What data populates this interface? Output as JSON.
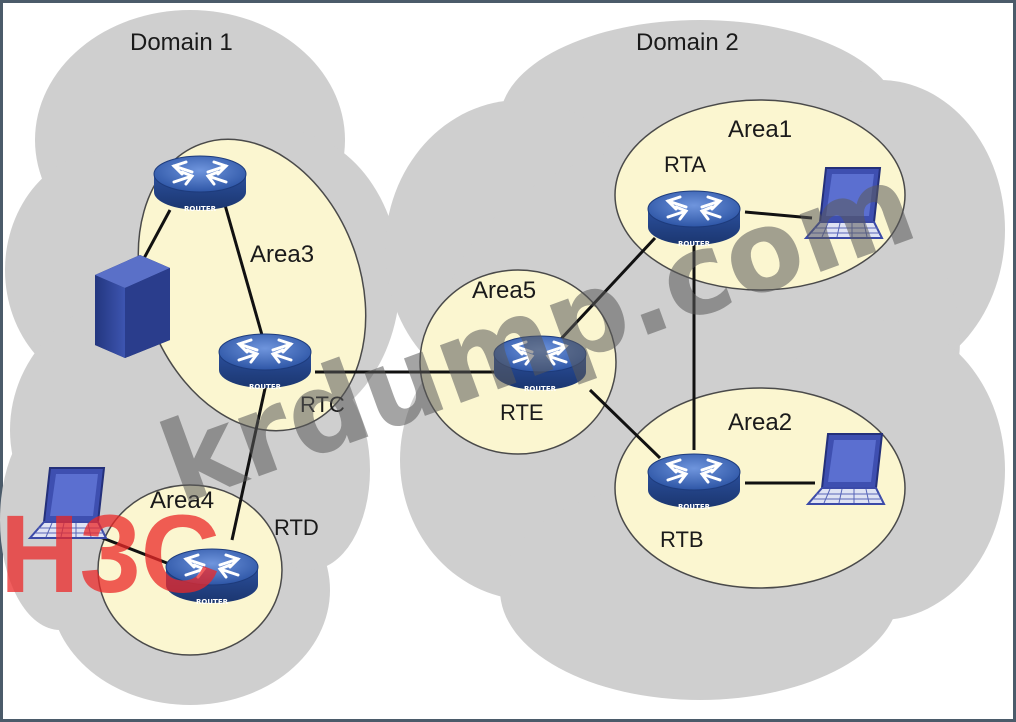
{
  "domains": [
    {
      "id": "domain1",
      "label": "Domain 1"
    },
    {
      "id": "domain2",
      "label": "Domain 2"
    }
  ],
  "areas": [
    {
      "id": "area1",
      "label": "Area1"
    },
    {
      "id": "area2",
      "label": "Area2"
    },
    {
      "id": "area3",
      "label": "Area3"
    },
    {
      "id": "area4",
      "label": "Area4"
    },
    {
      "id": "area5",
      "label": "Area5"
    }
  ],
  "routers": [
    {
      "id": "rta",
      "label": "RTA"
    },
    {
      "id": "rtb",
      "label": "RTB"
    },
    {
      "id": "rtc",
      "label": "RTC"
    },
    {
      "id": "rtd",
      "label": "RTD"
    },
    {
      "id": "rte",
      "label": "RTE"
    }
  ],
  "router_icon_text": "ROUTER",
  "links": [
    {
      "from": "unlabeled-router-area3",
      "to": "server"
    },
    {
      "from": "unlabeled-router-area3",
      "to": "rtc"
    },
    {
      "from": "rtc",
      "to": "rtd"
    },
    {
      "from": "rtd",
      "to": "laptop-area4"
    },
    {
      "from": "rtc",
      "to": "rte"
    },
    {
      "from": "rte",
      "to": "rta"
    },
    {
      "from": "rte",
      "to": "rtb"
    },
    {
      "from": "rta",
      "to": "rtb"
    },
    {
      "from": "rta",
      "to": "laptop-area1"
    },
    {
      "from": "rtb",
      "to": "laptop-area2"
    }
  ],
  "watermarks": {
    "site": "krdump.com",
    "brand": "H3C"
  },
  "colors": {
    "cloud": "#cfcfcf",
    "area_fill": "#fbf6d0",
    "router": "#2f56a8",
    "laptop": "#3b4aa8",
    "server": "#2b3e8e",
    "brand_red": "#e82828"
  }
}
